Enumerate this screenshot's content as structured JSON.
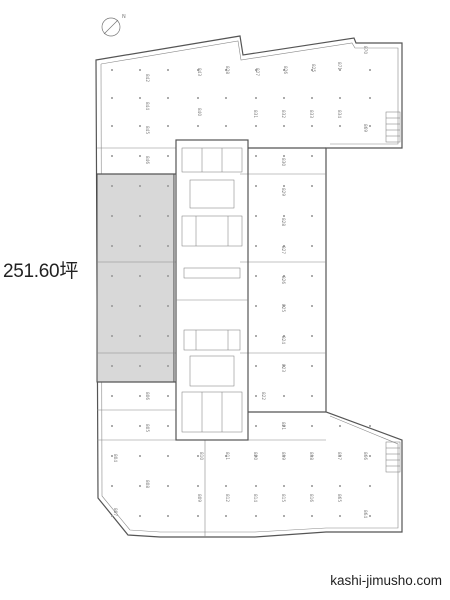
{
  "plan": {
    "area_label": "251.60坪",
    "credit": "kashi-jimusho.com",
    "compass_letter": "N",
    "icons": {
      "compass": "north-arrow-icon"
    },
    "colors": {
      "highlight": "#d8d8d8",
      "walls": "#555555",
      "text": "#222222"
    },
    "unit_labels_top": [
      "842",
      "843",
      "828",
      "827",
      "826",
      "825",
      "871",
      "870"
    ],
    "unit_labels_upper": [
      "844",
      "840",
      "831",
      "832",
      "833",
      "834",
      "869"
    ],
    "unit_labels_core_right": [
      "830",
      "829",
      "828",
      "827",
      "826",
      "825",
      "824",
      "823",
      "822",
      "821"
    ],
    "unit_labels_left": [
      "845",
      "846",
      "806",
      "805",
      "804"
    ],
    "unit_labels_bottom": [
      "810",
      "811",
      "820",
      "819",
      "818",
      "817",
      "866"
    ],
    "unit_labels_lower": [
      "807",
      "808",
      "809",
      "812",
      "814",
      "815",
      "816",
      "865",
      "864"
    ]
  }
}
